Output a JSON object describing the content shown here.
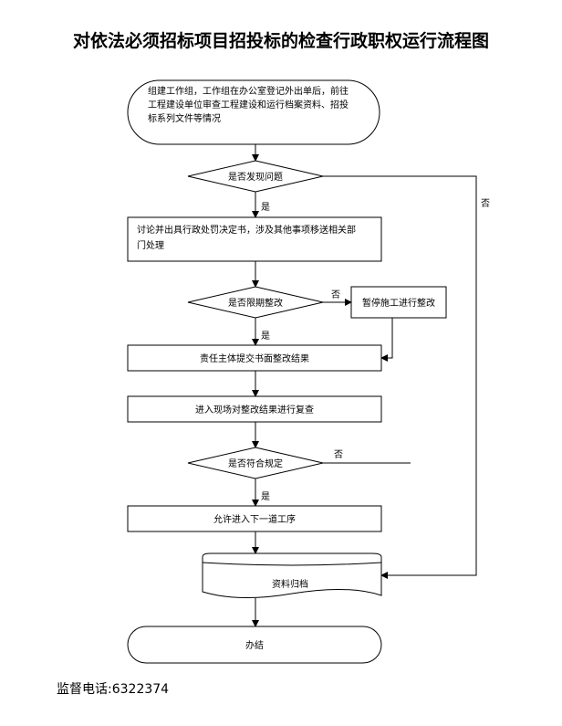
{
  "title": "对依法必须招标项目招投标的检查行政职权运行流程图",
  "nodes": {
    "start": [
      "组建工作组，工作组在办公室登记外出单后，前往",
      "工程建设单位审查工程建设和运行档案资料、招投",
      "标系列文件等情况"
    ],
    "d1": "是否发现问题",
    "step1": [
      "讨论并出具行政处罚决定书，涉及其他事项移送相关部",
      "门处理"
    ],
    "d2": "是否限期整改",
    "side": "暂停施工进行整改",
    "step2": "责任主体提交书面整改结果",
    "step3": "进入现场对整改结果进行复查",
    "d3": "是否符合规定",
    "step4": "允许进入下一道工序",
    "archive": "资料归档",
    "end": "办结"
  },
  "labels": {
    "yes1": "是",
    "no1": "否",
    "yes2": "是",
    "no2": "否",
    "yes3": "是",
    "no3": "否"
  },
  "footer": "监督电话:6322374"
}
